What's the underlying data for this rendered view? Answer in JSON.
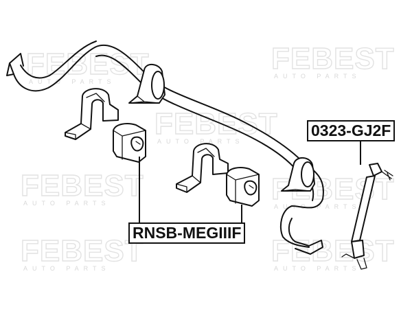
{
  "watermark": {
    "brand": "FEBEST",
    "tagline": "AUTO PARTS"
  },
  "labels": {
    "link_part_number": "0323-GJ2F",
    "bushing_part_number": "RNSB-MEGIIIF"
  }
}
